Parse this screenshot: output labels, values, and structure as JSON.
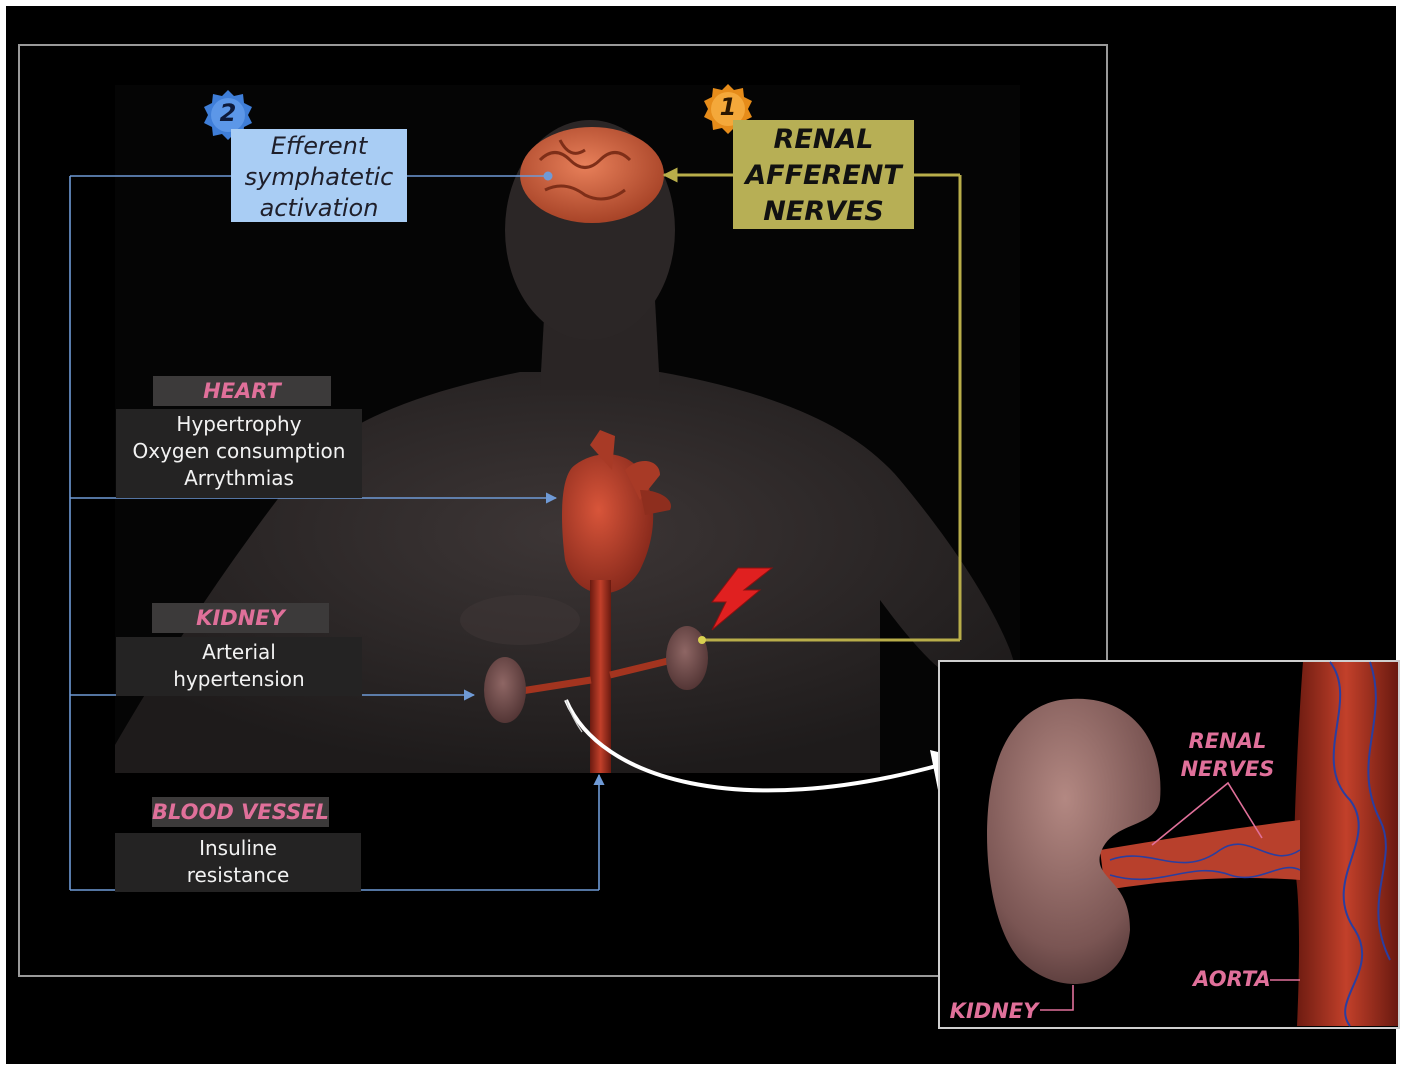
{
  "badges": {
    "afferent_num": "1",
    "efferent_num": "2"
  },
  "afferent": {
    "lines": [
      "RENAL",
      "AFFERENT",
      "NERVES"
    ]
  },
  "efferent": {
    "lines": [
      "Efferent",
      "symphatetic",
      "activation"
    ]
  },
  "heart": {
    "title": "HEART",
    "lines": [
      "Hypertrophy",
      "Oxygen consumption",
      "Arrythmias"
    ]
  },
  "kidney": {
    "title": "KIDNEY",
    "lines": [
      "Arterial",
      "hypertension"
    ]
  },
  "blood_vessel": {
    "title": "BLOOD VESSEL",
    "lines": [
      "Insuline",
      "resistance"
    ]
  },
  "inset": {
    "renal_nerves": [
      "RENAL",
      "NERVES"
    ],
    "aorta": "AORTA",
    "kidney": "KIDNEY"
  },
  "colors": {
    "background": "#000000",
    "frame": "#9a9a9a",
    "efferent_line": "#6f9ad6",
    "afferent_line": "#b9ae4a",
    "label_pink": "#e0709a",
    "organ_red": "#b8402c"
  }
}
